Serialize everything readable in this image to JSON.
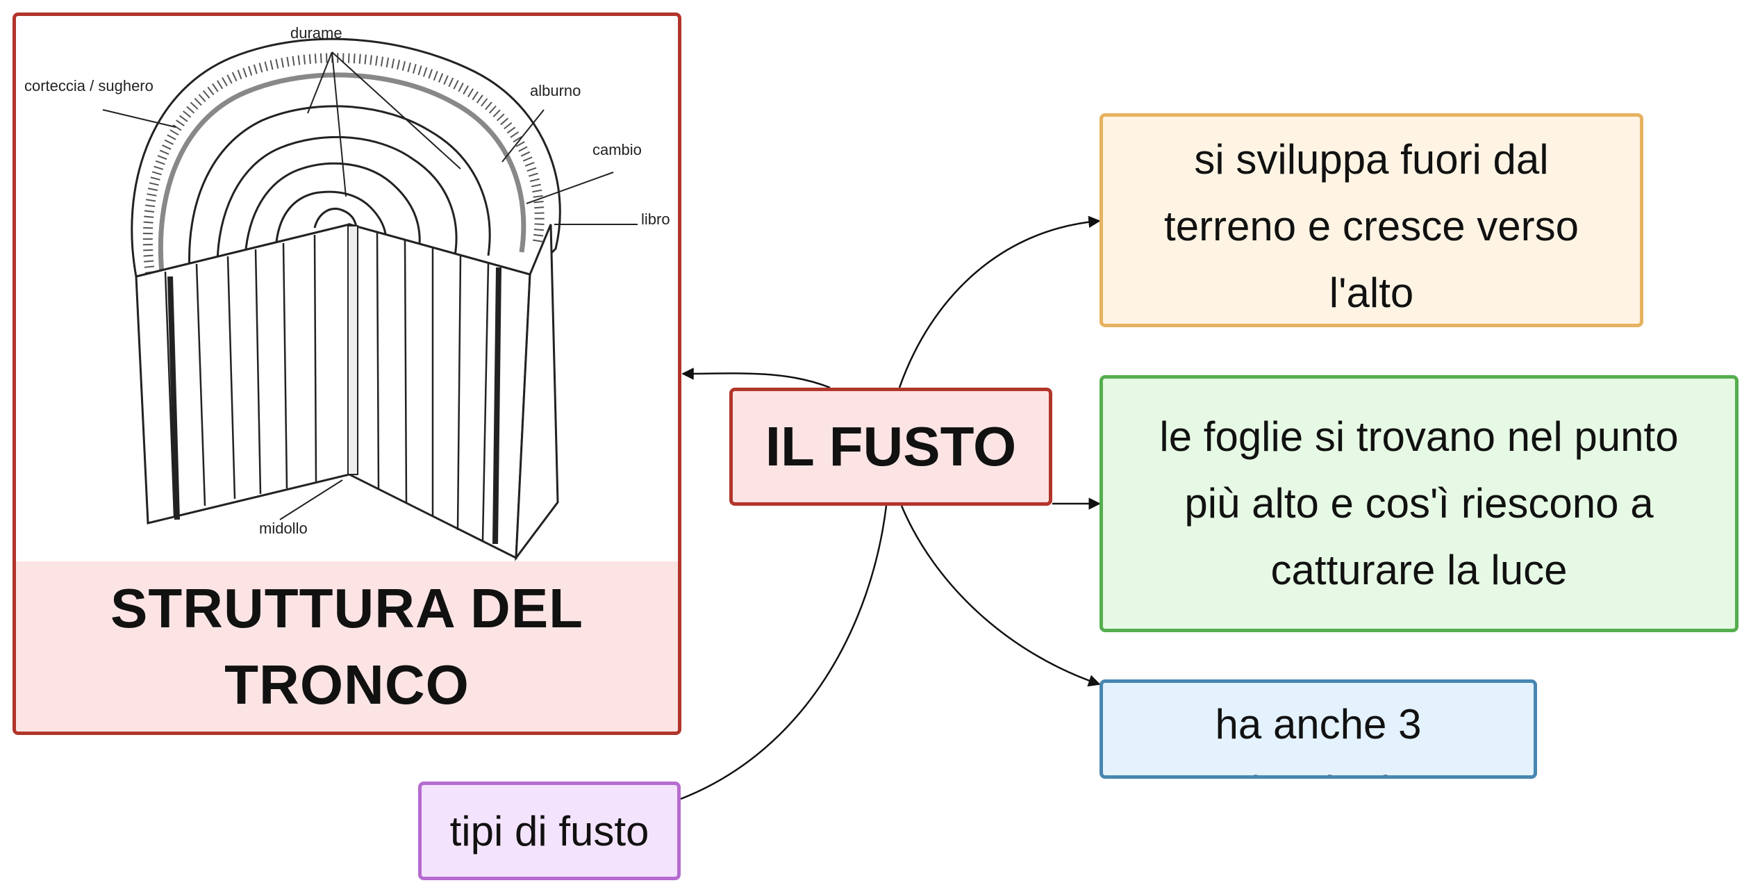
{
  "structure_card": {
    "caption_line1": "STRUTTURA DEL",
    "caption_line2": "TRONCO",
    "labels": {
      "durame": "durame",
      "corteccia": "corteccia / sughero",
      "alburno": "alburno",
      "cambio": "cambio",
      "libro": "libro",
      "midollo": "midollo"
    }
  },
  "central": {
    "title": "IL FUSTO"
  },
  "branches": {
    "orange": {
      "lines": [
        "si sviluppa fuori dal",
        "terreno e cresce verso",
        "l'alto"
      ]
    },
    "green": {
      "lines": [
        "le foglie si trovano nel punto",
        "più alto e cos'ì riescono a",
        "catturare la luce"
      ]
    },
    "blue": {
      "lines": [
        "ha anche 3",
        "funzioni"
      ]
    },
    "purple": {
      "label": "tipi di fusto"
    }
  },
  "colors": {
    "central_border": "#b2352b",
    "central_fill": "#fde4e4",
    "orange_border": "#e7b260",
    "orange_fill": "#fff4e4",
    "green_border": "#55ae4e",
    "green_fill": "#e6f9e4",
    "blue_border": "#4786b1",
    "blue_fill": "#e3f2fd",
    "purple_border": "#b56bd0",
    "purple_fill": "#f4e3fc"
  }
}
